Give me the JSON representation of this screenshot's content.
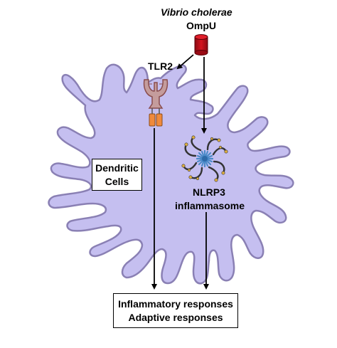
{
  "labels": {
    "pathogen": "Vibrio cholerae",
    "protein": "OmpU",
    "receptor": "TLR2",
    "nlrp3_line1": "NLRP3",
    "nlrp3_line2": "inflammasome",
    "cell_line1": "Dendritic",
    "cell_line2": "Cells",
    "outcome_line1": "Inflammatory responses",
    "outcome_line2": "Adaptive responses"
  },
  "colors": {
    "cell_fill": "#c5bff0",
    "cell_stroke": "#8a80b4",
    "ompu_fill": "#c80e1c",
    "tlr2_fill": "#c49c9c",
    "tlr2_stroke": "#8a4d4d",
    "tlr2_base_fill": "#f08a3c",
    "inflammasome_center": "#4a8ac8",
    "inflammasome_coil": "#333333",
    "inflammasome_bead": "#e0b040"
  }
}
